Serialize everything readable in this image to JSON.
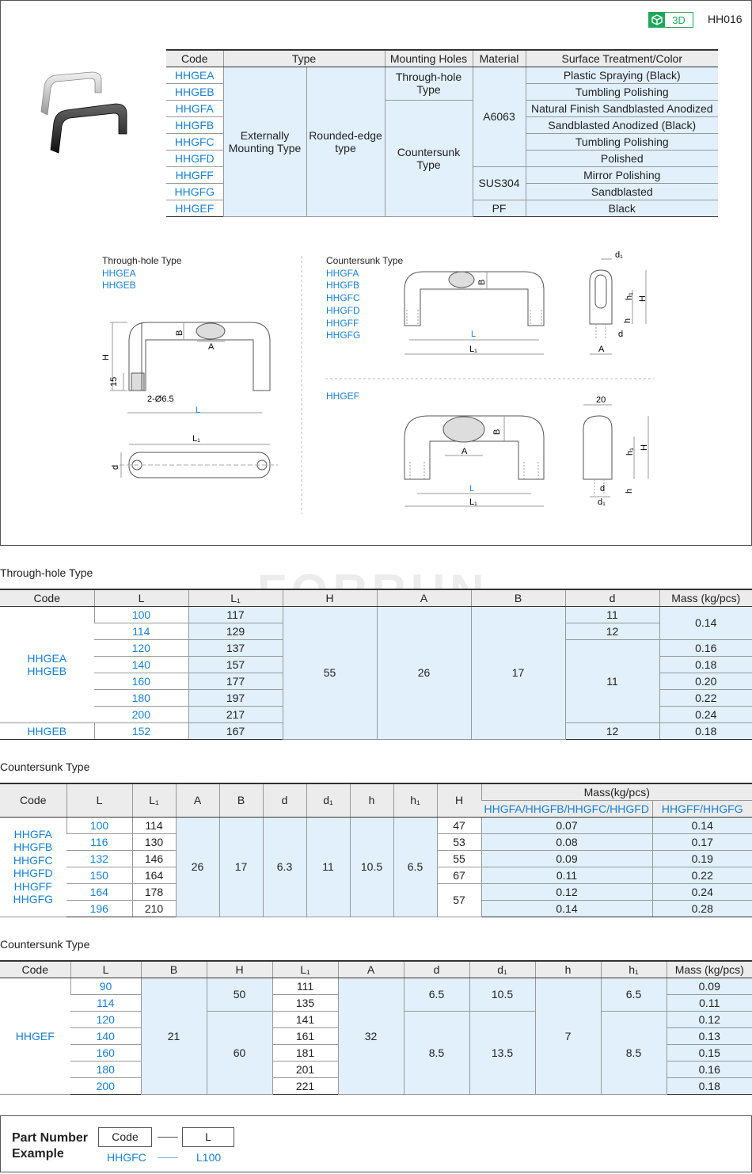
{
  "header": {
    "badge_3d": "3D",
    "page_code": "HH016"
  },
  "type_table": {
    "headers": [
      "Code",
      "Type",
      "Mounting Holes",
      "Material",
      "Surface Treatment/Color"
    ],
    "codes": [
      "HHGEA",
      "HHGEB",
      "HHGFA",
      "HHGFB",
      "HHGFC",
      "HHGFD",
      "HHGFF",
      "HHGFG",
      "HHGEF"
    ],
    "type_main": "Externally Mounting Type",
    "type_sub": "Rounded-edge type",
    "mount_through": "Through-hole Type",
    "mount_countersunk": "Countersunk Type",
    "materials": [
      "A6063",
      "SUS304",
      "PF"
    ],
    "surfaces": [
      "Plastic Spraying (Black)",
      "Tumbling Polishing",
      "Natural Finish Sandblasted Anodized",
      "Sandblasted Anodized (Black)",
      "Tumbling Polishing",
      "Polished",
      "Mirror Polishing",
      "Sandblasted",
      "Black"
    ]
  },
  "drawings": {
    "through_title": "Through-hole Type",
    "through_codes": [
      "HHGEA",
      "HHGEB"
    ],
    "csk_title": "Countersunk Type",
    "csk_codes": [
      "HHGFA",
      "HHGFB",
      "HHGFC",
      "HHGFD",
      "HHGFF",
      "HHGFG"
    ],
    "hhgef_code": "HHGEF",
    "dims": {
      "B": "B",
      "A": "A",
      "H": "H",
      "L": "L",
      "L1": "L₁",
      "d": "d",
      "d1": "d₁",
      "h": "h",
      "h1": "h₁",
      "fifteen": "15",
      "hole": "2-Ø6.5",
      "twenty": "20"
    }
  },
  "watermark": "FORRUN",
  "through_section": {
    "title": "Through-hole Type",
    "headers": [
      "Code",
      "L",
      "L₁",
      "H",
      "A",
      "B",
      "d",
      "Mass (kg/pcs)"
    ],
    "code_group_a": "HHGEA",
    "code_group_b": "HHGEB",
    "code_last": "HHGEB",
    "H": "55",
    "A": "26",
    "B": "17",
    "L": [
      "100",
      "114",
      "120",
      "140",
      "160",
      "180",
      "200",
      "152"
    ],
    "L1": [
      "117",
      "129",
      "137",
      "157",
      "177",
      "197",
      "217",
      "167"
    ],
    "d": [
      "11",
      "12",
      "11",
      "12"
    ],
    "mass": [
      "0.14",
      "0.16",
      "0.18",
      "0.20",
      "0.22",
      "0.24",
      "0.18"
    ]
  },
  "csk_section": {
    "title": "Countersunk Type",
    "headers": [
      "Code",
      "L",
      "L₁",
      "A",
      "B",
      "d",
      "d₁",
      "h",
      "h₁",
      "H",
      "Mass(kg/pcs)"
    ],
    "mass_sub": [
      "HHGFA/HHGFB/HHGFC/HHGFD",
      "HHGFF/HHGFG"
    ],
    "codes": [
      "HHGFA",
      "HHGFB",
      "HHGFC",
      "HHGFD",
      "HHGFF",
      "HHGFG"
    ],
    "A": "26",
    "B": "17",
    "d": "6.3",
    "d1": "11",
    "h": "10.5",
    "h1": "6.5",
    "rows": [
      {
        "L": "100",
        "L1": "114",
        "H": "47",
        "m1": "0.07",
        "m2": "0.14"
      },
      {
        "L": "116",
        "L1": "130",
        "H": "53",
        "m1": "0.08",
        "m2": "0.17"
      },
      {
        "L": "132",
        "L1": "146",
        "H": "55",
        "m1": "0.09",
        "m2": "0.19"
      },
      {
        "L": "150",
        "L1": "164",
        "H": "67",
        "m1": "0.11",
        "m2": "0.22"
      },
      {
        "L": "164",
        "L1": "178",
        "H": "57",
        "m1": "0.12",
        "m2": "0.24"
      },
      {
        "L": "196",
        "L1": "210",
        "H": "",
        "m1": "0.14",
        "m2": "0.28"
      }
    ]
  },
  "hhgef_section": {
    "title": "Countersunk Type",
    "headers": [
      "Code",
      "L",
      "B",
      "H",
      "L₁",
      "A",
      "d",
      "d₁",
      "h",
      "h₁",
      "Mass (kg/pcs)"
    ],
    "code": "HHGEF",
    "B": "21",
    "A": "32",
    "h": "7",
    "H": [
      "50",
      "60"
    ],
    "d": [
      "6.5",
      "8.5"
    ],
    "d1": [
      "10.5",
      "13.5"
    ],
    "h1": [
      "6.5",
      "8.5"
    ],
    "L": [
      "90",
      "114",
      "120",
      "140",
      "160",
      "180",
      "200"
    ],
    "L1": [
      "111",
      "135",
      "141",
      "161",
      "181",
      "201",
      "221"
    ],
    "mass": [
      "0.09",
      "0.11",
      "0.12",
      "0.13",
      "0.15",
      "0.16",
      "0.18"
    ]
  },
  "part_number": {
    "title_line1": "Part Number",
    "title_line2": "Example",
    "code_label": "Code",
    "l_label": "L",
    "code_value": "HHGFC",
    "l_value": "L100"
  }
}
